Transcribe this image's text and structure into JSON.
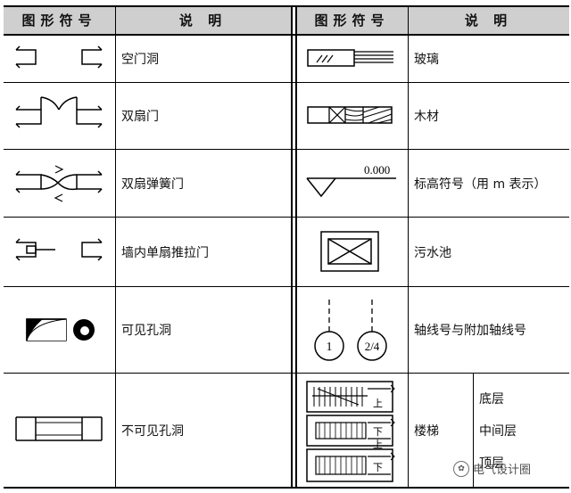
{
  "header": {
    "symbol_col_left": "图形符号",
    "desc_col_left": "说 明",
    "symbol_col_right": "图形符号",
    "desc_col_right": "说 明"
  },
  "left_rows": [
    {
      "desc": "空门洞",
      "symbol": "empty-doorway-symbol"
    },
    {
      "desc": "双扇门",
      "symbol": "double-leaf-door-symbol"
    },
    {
      "desc": "双扇弹簧门",
      "symbol": "double-spring-door-symbol"
    },
    {
      "desc": "墙内单扇推拉门",
      "symbol": "single-sliding-door-symbol"
    },
    {
      "desc": "可见孔洞",
      "symbol": "visible-opening-symbol"
    },
    {
      "desc": "不可见孔洞",
      "symbol": "hidden-opening-symbol"
    }
  ],
  "right_rows": [
    {
      "desc": "玻璃",
      "symbol": "glass-symbol"
    },
    {
      "desc": "木材",
      "symbol": "timber-symbol"
    },
    {
      "desc": "标高符号（用 m 表示）",
      "symbol": "elevation-symbol",
      "elevation_value": "0.000"
    },
    {
      "desc": "污水池",
      "symbol": "sink-symbol"
    },
    {
      "desc": "轴线号与附加轴线号",
      "symbol": "axis-number-symbol",
      "axis_main": "1",
      "axis_sub": "2/4"
    },
    {
      "desc": "楼梯",
      "symbol": "stair-symbol",
      "floors": [
        "底层",
        "中间层",
        "顶层"
      ],
      "stair_labels": [
        "上",
        "下",
        "上",
        "下"
      ]
    }
  ],
  "watermark": "电气设计圈",
  "colors": {
    "header_bg": "#cfcfcf",
    "line": "#000000"
  }
}
